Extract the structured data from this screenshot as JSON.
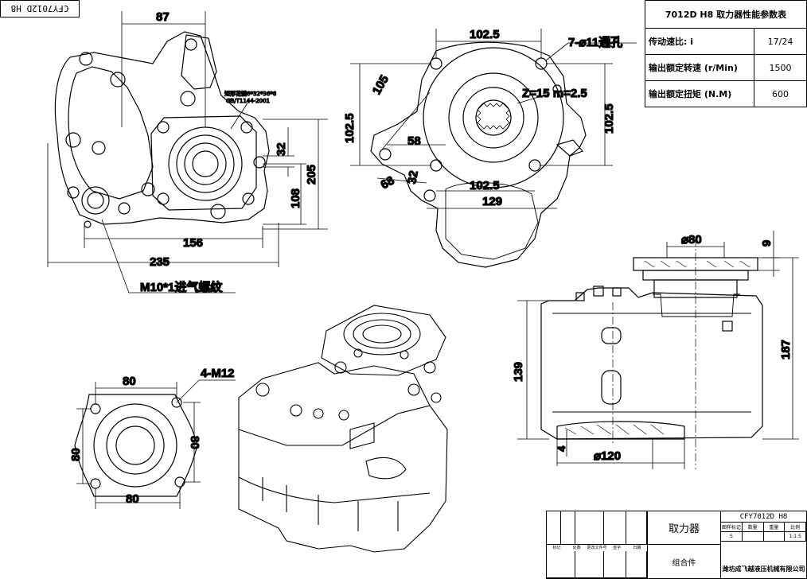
{
  "stamp": "CFY7012D H8",
  "param_table": {
    "title": "7012D H8 取力器性能参数表",
    "rows": [
      {
        "label": "传动速比: i",
        "value": "17/24"
      },
      {
        "label": "输出额定转速 (r/Min)",
        "value": "1500"
      },
      {
        "label": "输出额定扭矩 (N.M)",
        "value": "600"
      }
    ]
  },
  "dims": {
    "d87": "87",
    "d205": "205",
    "d32a": "32",
    "d108": "108",
    "d156": "156",
    "d235": "235",
    "d1025_top": "102.5",
    "holes": "7-⌀11通孔",
    "d105": "105",
    "d1025_left": "102.5",
    "d1025_right": "102.5",
    "spline": "Z=15  m=2.5",
    "d58": "58",
    "d32b": "32",
    "d68": "68",
    "d1025_bot": "102.5",
    "d129": "129",
    "d80_top": "80",
    "m12": "4-M12",
    "d80_side": "80",
    "d80_left": "80",
    "d80_bot": "80",
    "dia80": "⌀80",
    "d9": "9",
    "d139": "139",
    "d187": "187",
    "dia120": "⌀120",
    "d4": "4",
    "thread": "M10*1进气螺纹",
    "spline_note_1": "矩形花键6*32*36*6",
    "spline_note_2": "GB/T1144-2001"
  },
  "title_block": {
    "name": "取力器",
    "assembly": "组合件",
    "model": "CFY7012D H8",
    "headers": [
      "标记",
      "处数",
      "更改文件号",
      "签字",
      "日期"
    ],
    "stage_labels": [
      "图样标记",
      "数量",
      "重量",
      "比例"
    ],
    "stage_values": [
      "S",
      "",
      "",
      "1:1.5"
    ],
    "company": "潍坊成飞越液压机械有限公司"
  }
}
